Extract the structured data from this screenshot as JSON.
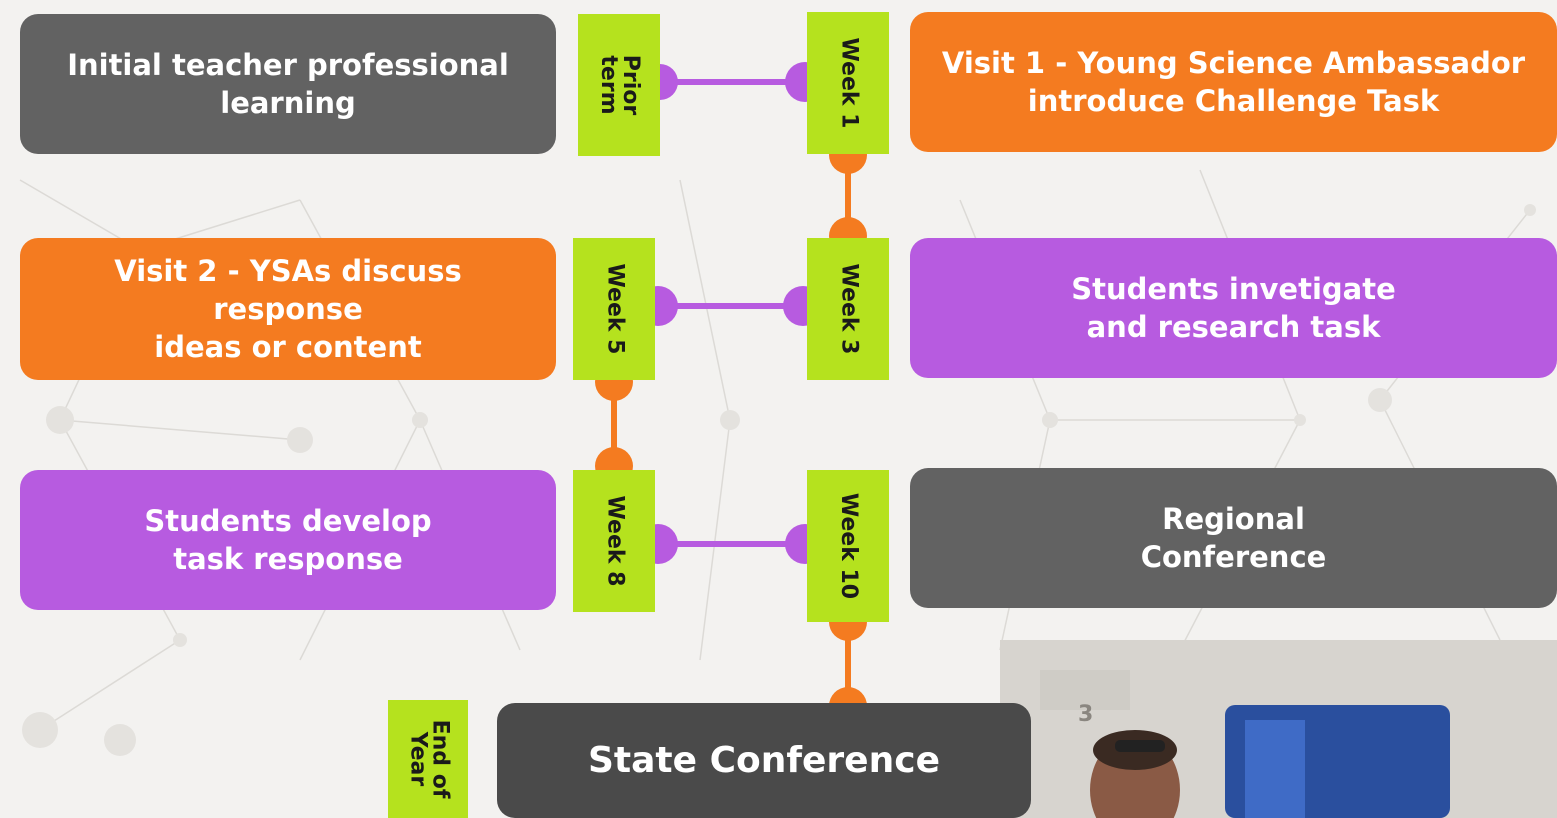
{
  "colors": {
    "grey": "#626262",
    "dark_grey": "#4a4a4a",
    "orange": "#f47b20",
    "purple": "#b75be0",
    "lime": "#b5e21e",
    "background": "#f3f2f0"
  },
  "timeline": {
    "prior_term": "Prior\nterm",
    "week1": "Week 1",
    "week3": "Week 3",
    "week5": "Week 5",
    "week8": "Week 8",
    "week10": "Week 10",
    "end_of_year": "End of\nYear"
  },
  "activities": {
    "teacher_learning": "Initial teacher professional\nlearning",
    "visit1": "Visit 1 - Young Science Ambassador\nintroduce Challenge Task",
    "visit2": "Visit 2 - YSAs discuss response\nideas or content",
    "investigate": "Students invetigate\nand research task",
    "develop": "Students develop\ntask response",
    "regional": "Regional\nConference",
    "state": "State Conference"
  },
  "photo": {
    "room_number": "3"
  }
}
